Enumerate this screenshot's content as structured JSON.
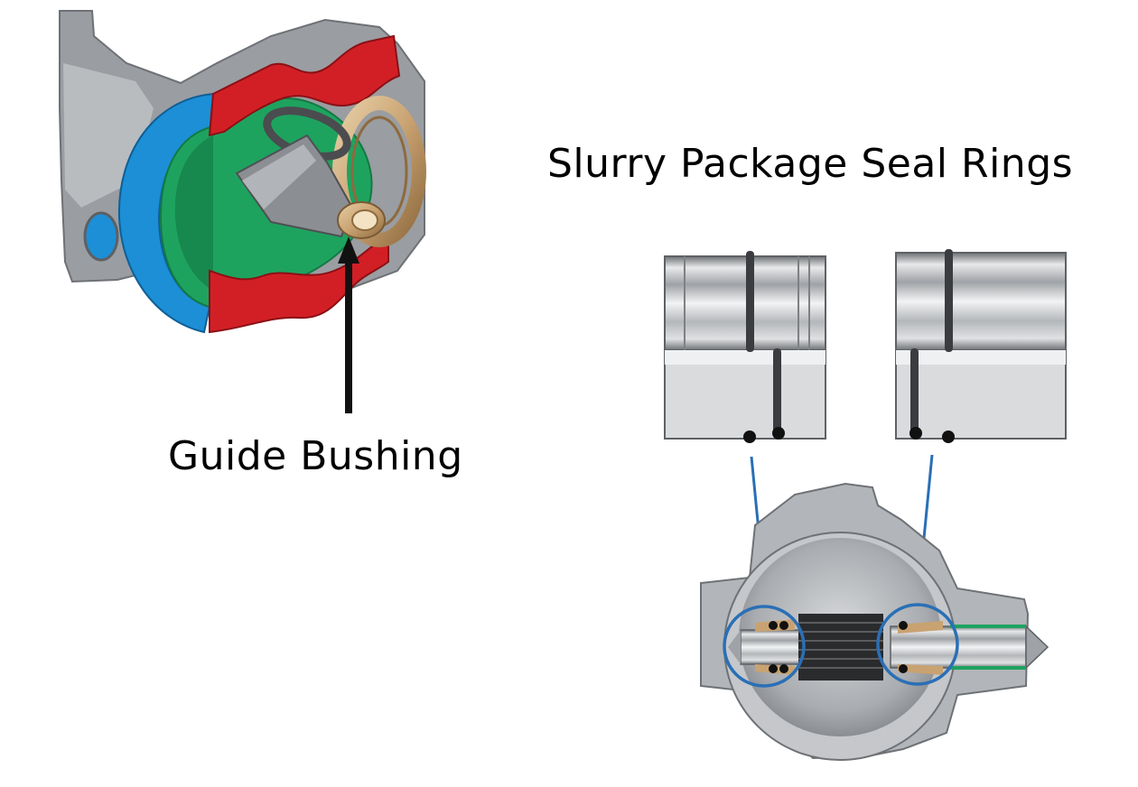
{
  "figure": {
    "title": "Slurry Package Seal Rings",
    "callout_label": "Guide Bushing"
  },
  "colors": {
    "body_cut": "#d21f26",
    "seat_blue": "#1c8fd6",
    "ball_green": "#1ea35f",
    "bushing_bronze": "#c9a271",
    "steel_gray": "#9b9ea2",
    "callout_blue": "#2a6fb6",
    "arrow": "#111111"
  },
  "icons": [
    "valve-cutaway-illustration",
    "seal-ring-left",
    "seal-ring-right",
    "valve-section-view",
    "callout-arrow",
    "magnify-circle-left",
    "magnify-circle-right"
  ]
}
